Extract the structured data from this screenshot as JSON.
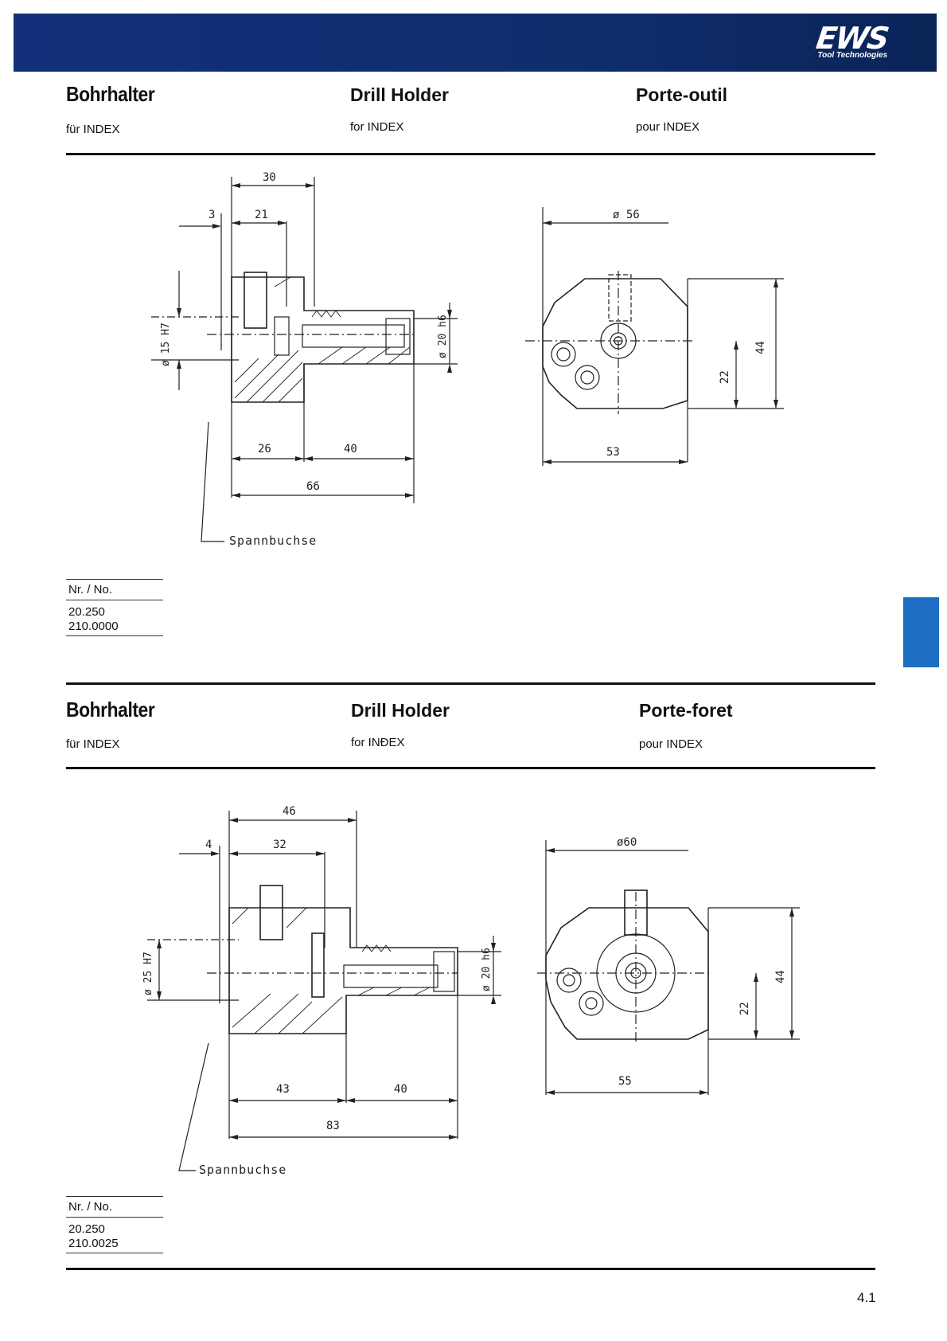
{
  "brand": {
    "logo": "EWS",
    "tagline": "Tool Technologies",
    "bar_color": "#13307a",
    "tab_color": "#1d6fc4"
  },
  "sections": [
    {
      "title_de": "Bohrhalter",
      "title_en": "Drill Holder",
      "title_fr": "Porte-outil",
      "sub_de": "für INDEX",
      "sub_en": "for INDEX",
      "sub_fr": "pour INDEX",
      "drawing": {
        "dims": {
          "top_overall": "30",
          "offset": "3",
          "inner": "21",
          "bore": "ø 15 H7",
          "shank": "ø 20 h6",
          "body_len": "26",
          "shank_len": "40",
          "total": "66",
          "diameter": "ø 56",
          "height": "44",
          "center": "22",
          "width": "53"
        },
        "callout": "Spannbuchse"
      },
      "nr_label": "Nr. / No.",
      "nr_values": [
        "20.250",
        "210.0000"
      ]
    },
    {
      "title_de": "Bohrhalter",
      "title_en": "Drill Holder",
      "title_fr": "Porte-foret",
      "sub_de": "für INDEX",
      "sub_en": "for INÐEX",
      "sub_fr": "pour INDEX",
      "drawing": {
        "dims": {
          "top_overall": "46",
          "offset": "4",
          "inner": "32",
          "bore": "ø 25 H7",
          "shank": "ø 20 h6",
          "body_len": "43",
          "shank_len": "40",
          "total": "83",
          "diameter": "ø60",
          "height": "44",
          "center": "22",
          "width": "55"
        },
        "callout": "Spannbuchse"
      },
      "nr_label": "Nr. / No.",
      "nr_values": [
        "20.250",
        "210.0025"
      ]
    }
  ],
  "page_number": "4.1"
}
